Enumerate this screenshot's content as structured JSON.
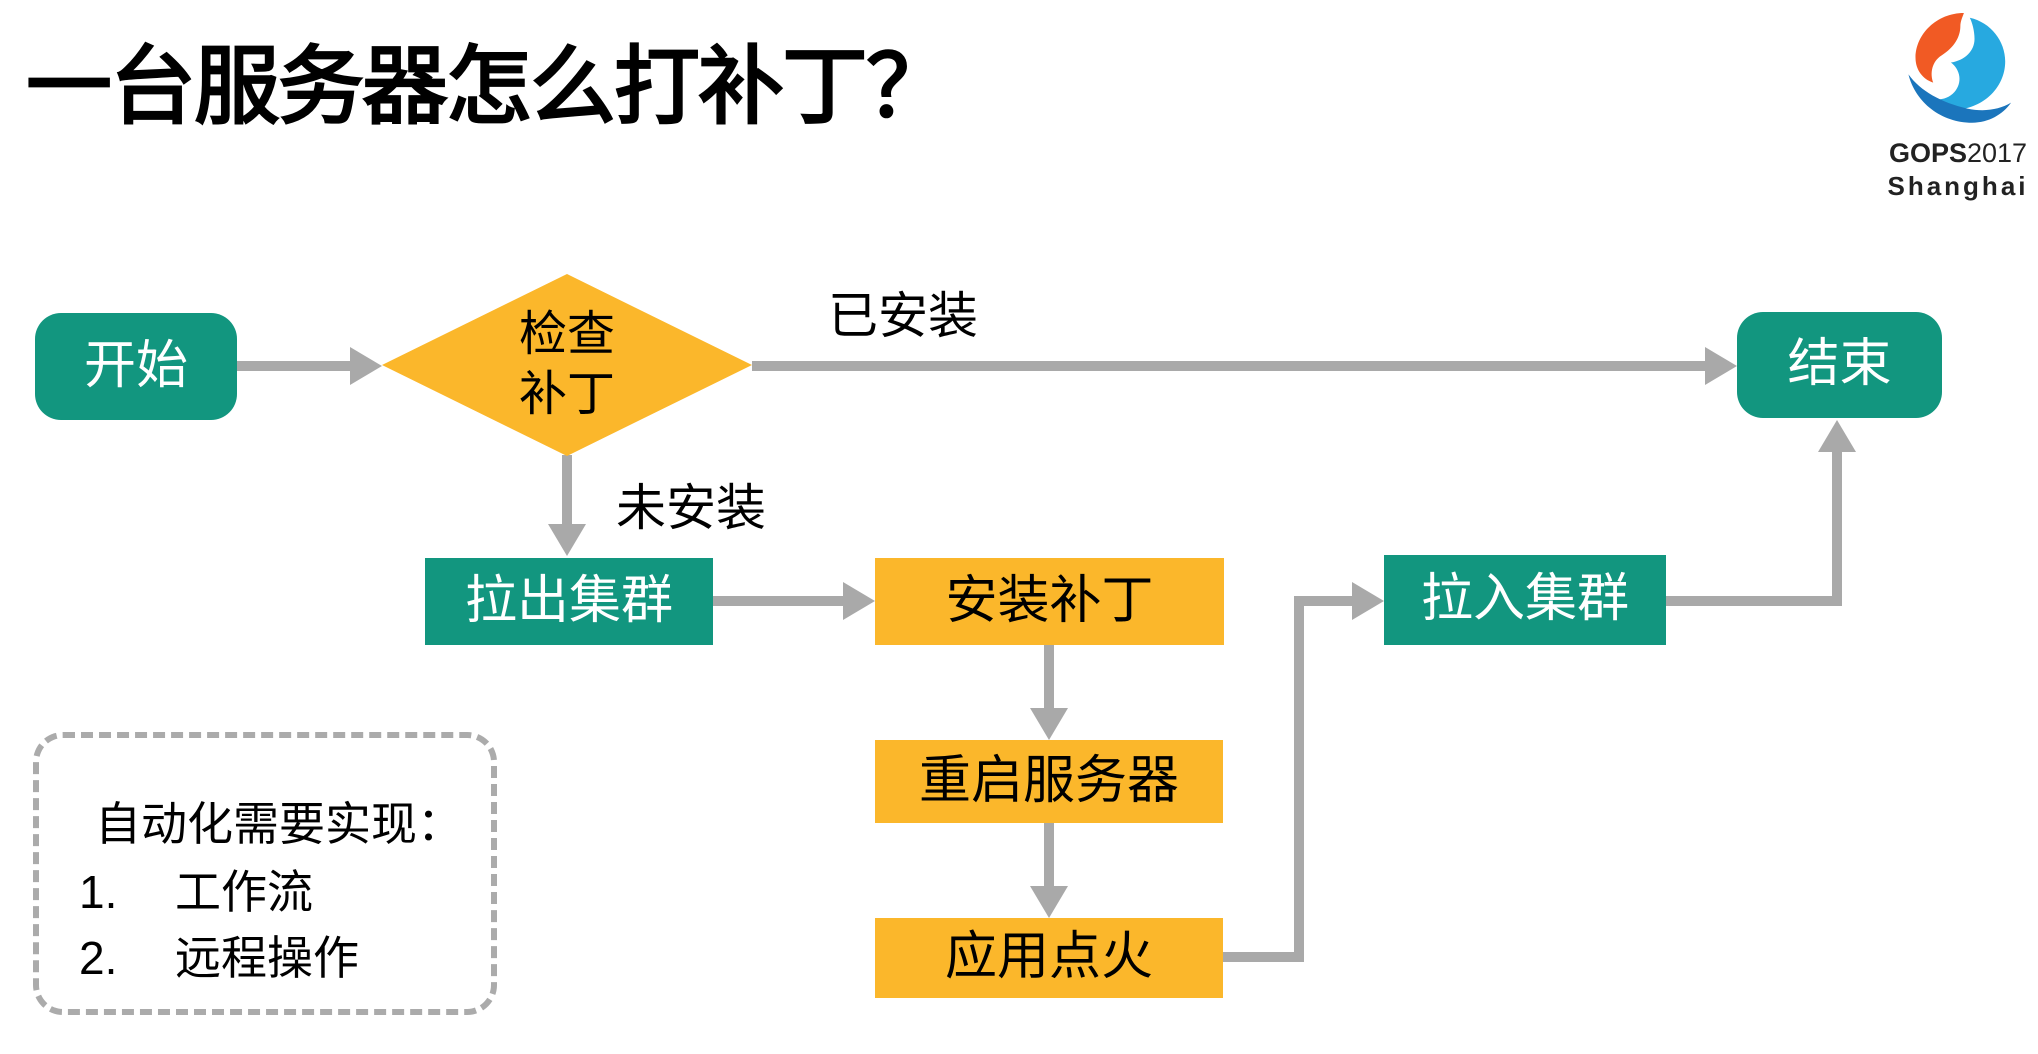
{
  "title": "一台服务器怎么打补丁？",
  "logo": {
    "gops": "GOPS",
    "year": "2017",
    "city": "Shanghai"
  },
  "colors": {
    "teal": "#12967F",
    "orange": "#FBB72B",
    "arrow": "#A9A9A9",
    "note_border": "#ABABAB",
    "ink": "#000000",
    "logo_orange": "#F15A24",
    "logo_blue": "#27A9E0",
    "logo_blue_dark": "#1B75BC",
    "logo_text": "#222222"
  },
  "flowchart": {
    "nodes": {
      "start": {
        "label": "开始",
        "type": "terminator"
      },
      "check": {
        "label": "检查\n补丁",
        "type": "decision"
      },
      "end": {
        "label": "结束",
        "type": "terminator"
      },
      "pull_out": {
        "label": "拉出集群",
        "type": "process"
      },
      "install": {
        "label": "安装补丁",
        "type": "process"
      },
      "reboot": {
        "label": "重启服务器",
        "type": "process"
      },
      "ignite": {
        "label": "应用点火",
        "type": "process"
      },
      "pull_in": {
        "label": "拉入集群",
        "type": "process"
      }
    },
    "edge_labels": {
      "installed": "已安装",
      "not_installed": "未安装"
    }
  },
  "note": {
    "heading": "自动化需要实现：",
    "items": [
      {
        "num": "1.",
        "text": "工作流"
      },
      {
        "num": "2.",
        "text": "远程操作"
      }
    ]
  }
}
